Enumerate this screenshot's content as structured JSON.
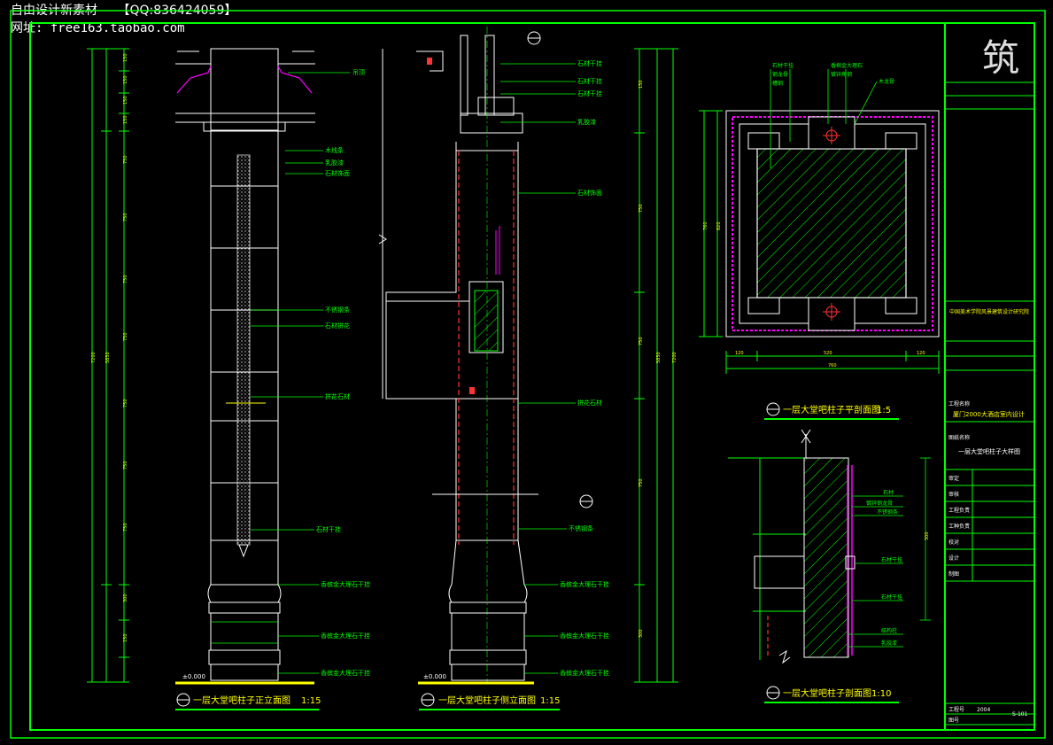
{
  "watermark": {
    "line1_text": "自由设计新素材",
    "line1_qq": "【QQ:836424059】",
    "line2": "网址: free163.taobao.com"
  },
  "drawing": {
    "titles": {
      "front_elevation": "一层大堂吧柱子正立面图",
      "front_elevation_scale": "1:15",
      "side_elevation": "一层大堂吧柱子侧立面图",
      "side_elevation_scale": "1:15",
      "plan_section": "一层大堂吧柱子平剖面图",
      "plan_section_scale": "1:5",
      "detail_section": "一层大堂吧柱子剖面图",
      "detail_section_scale": "1:10"
    },
    "level_mark": "±0.000",
    "callouts": {
      "ceiling": "吊顶",
      "wood_line": "木线条",
      "paint_finish": "乳胶漆",
      "marble_finish": "石材饰面",
      "stone_pattern": "石材拼花",
      "pattern_stone": "拼花石材",
      "metal_strip": "不锈钢条",
      "stone_base_a": "香槟金大理石干挂",
      "stone_base_b": "香槟金大理石干挂",
      "stone_base_c": "香槟金大理石干挂",
      "side_a": "石材干挂",
      "side_b": "石材干挂",
      "side_c": "石材干挂",
      "side_d": "石材干挂",
      "plan_a": "石材干挂",
      "plan_b": "钢龙骨",
      "plan_c": "槽钢",
      "plan_d": "香槟金大理石",
      "plan_e": "镀锌角钢",
      "plan_f": "木龙骨",
      "detail_a": "石材",
      "detail_b": "镀锌钢龙骨",
      "detail_c": "不锈钢条",
      "detail_d": "石材干挂",
      "detail_e": "石材干挂",
      "detail_f": "结构柱"
    }
  },
  "title_block": {
    "logo_text": "筑",
    "project_label": "工程名称",
    "project_name": "厦门2000大酒店室内设计",
    "drawing_label": "图纸名称",
    "drawing_name": "一层大堂吧柱子大样图",
    "company": "中国美术学院风景建筑设计研究院",
    "rows": [
      {
        "label": "审定",
        "value": ""
      },
      {
        "label": "审核",
        "value": ""
      },
      {
        "label": "工程负责",
        "value": ""
      },
      {
        "label": "工种负责",
        "value": ""
      },
      {
        "label": "校对",
        "value": ""
      },
      {
        "label": "设计",
        "value": ""
      },
      {
        "label": "制图",
        "value": ""
      }
    ],
    "sheet_no_label": "工程号",
    "sheet_no": "2004",
    "drawing_no_label": "图号",
    "drawing_no": "S-101"
  }
}
